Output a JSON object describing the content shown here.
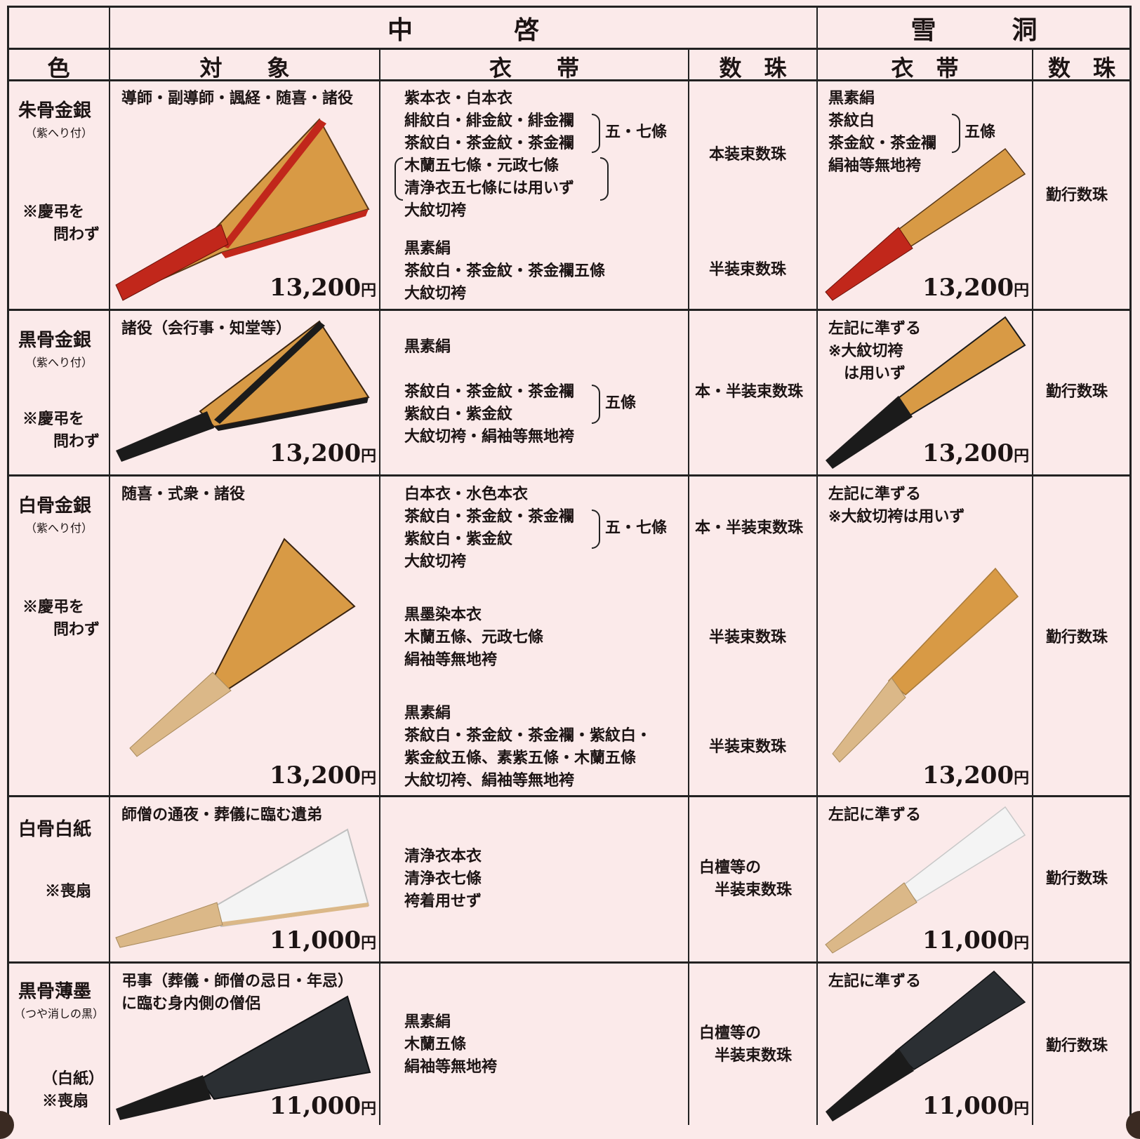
{
  "headers": {
    "chukei": "中　　　　啓",
    "settou": "雪　　　洞",
    "iro": "色",
    "taisho": "対　　象",
    "etai_chukei": "衣　　帯",
    "juzu_chukei": "数　珠",
    "etai_settou": "衣　帯",
    "juzu_settou": "数　珠"
  },
  "rows": [
    {
      "color_name": "朱骨金銀",
      "color_sub": "（紫へり付）",
      "color_note": "※慶弔を\n　　問わず",
      "target": "導師・副導師・諷経・随喜・諸役",
      "chukei_price_num": "13,200",
      "chukei_price_unit": "円",
      "robe_a": "紫本衣・白本衣\n緋紋白・緋金紋・緋金襴\n茶紋白・茶金紋・茶金襴",
      "robe_a_brace": "五・七條",
      "robe_b": "木蘭五七條・元政七條\n清浄衣五七條には用いず",
      "robe_c": "大紋切袴",
      "robe_d": "黒素絹\n茶紋白・茶金紋・茶金襴五條\n大紋切袴",
      "juzu_1": "本装束数珠",
      "juzu_2": "半装束数珠",
      "settou_robe": "黒素絹\n茶紋白\n茶金紋・茶金襴\n絹袖等無地袴",
      "settou_brace": "五條",
      "settou_price_num": "13,200",
      "settou_price_unit": "円",
      "settou_juzu": "勤行数珠"
    },
    {
      "color_name": "黒骨金銀",
      "color_sub": "（紫へり付）",
      "color_note": "※慶弔を\n　　問わず",
      "target": "諸役（会行事・知堂等）",
      "chukei_price_num": "13,200",
      "chukei_price_unit": "円",
      "robe_a": "黒素絹",
      "robe_b": "茶紋白・茶金紋・茶金襴\n紫紋白・紫金紋",
      "robe_b_brace": "五條",
      "robe_c": "大紋切袴・絹袖等無地袴",
      "juzu_1": "本・半装束数珠",
      "settou_robe": "左記に準ずる\n※大紋切袴\n　は用いず",
      "settou_price_num": "13,200",
      "settou_price_unit": "円",
      "settou_juzu": "勤行数珠"
    },
    {
      "color_name": "白骨金銀",
      "color_sub": "（紫へり付）",
      "color_note": "※慶弔を\n　　問わず",
      "target": "随喜・式衆・諸役",
      "chukei_price_num": "13,200",
      "chukei_price_unit": "円",
      "robe_a0": "白本衣・水色本衣",
      "robe_a": "茶紋白・茶金紋・茶金襴\n紫紋白・紫金紋",
      "robe_a_brace": "五・七條",
      "robe_a2": "大紋切袴",
      "robe_b": "黒墨染本衣\n木蘭五條、元政七條\n絹袖等無地袴",
      "robe_c": "黒素絹\n茶紋白・茶金紋・茶金襴・紫紋白・\n紫金紋五條、素紫五條・木蘭五條\n大紋切袴、絹袖等無地袴",
      "juzu_1": "本・半装束数珠",
      "juzu_2": "半装束数珠",
      "juzu_3": "半装束数珠",
      "settou_robe": "左記に準ずる\n※大紋切袴は用いず",
      "settou_price_num": "13,200",
      "settou_price_unit": "円",
      "settou_juzu": "勤行数珠"
    },
    {
      "color_name": "白骨白紙",
      "color_note": "※喪扇",
      "target": "師僧の通夜・葬儀に臨む遺弟",
      "chukei_price_num": "11,000",
      "chukei_price_unit": "円",
      "robe_a": "清浄衣本衣\n清浄衣七條\n袴着用せず",
      "juzu_1": "白檀等の\n　半装束数珠",
      "settou_robe": "左記に準ずる",
      "settou_price_num": "11,000",
      "settou_price_unit": "円",
      "settou_juzu": "勤行数珠"
    },
    {
      "color_name": "黒骨薄墨",
      "color_sub": "（つや消しの黒）",
      "color_note": "（白紙）\n※喪扇",
      "target": "弔事（葬儀・師僧の忌日・年忌）\nに臨む身内側の僧侶",
      "chukei_price_num": "11,000",
      "chukei_price_unit": "円",
      "robe_a": "黒素絹\n木蘭五條\n絹袖等無地袴",
      "juzu_1": "白檀等の\n　半装束数珠",
      "settou_robe": "左記に準ずる",
      "settou_price_num": "11,000",
      "settou_price_unit": "円",
      "settou_juzu": "勤行数珠"
    }
  ],
  "fan_colors": {
    "vermilion": "#c1271b",
    "black": "#1b1b1b",
    "gold": "#d89a45",
    "bamboo": "#dbb888",
    "white": "#f4f4f4",
    "ink": "#2b2f33"
  }
}
